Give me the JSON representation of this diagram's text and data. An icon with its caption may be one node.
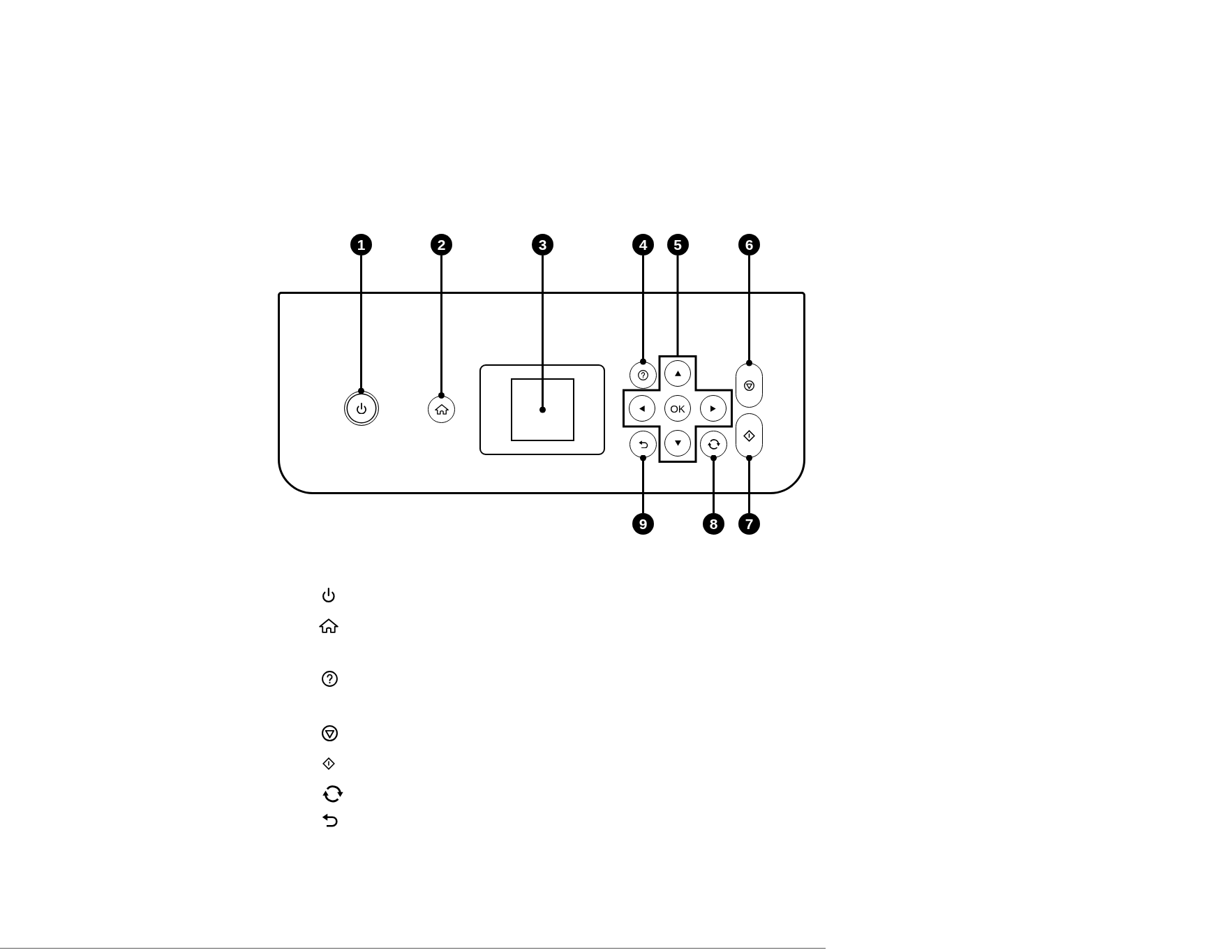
{
  "diagram": {
    "nodes": [
      {
        "text": [
          "1"
        ]
      },
      {
        "text": [
          "2"
        ]
      },
      {
        "text": [
          "3"
        ]
      },
      {
        "text": [
          "4"
        ]
      },
      {
        "text": [
          "5"
        ]
      },
      {
        "text": [
          "6"
        ]
      },
      {
        "text": [],
        "shape": "box"
      },
      {
        "text": [],
        "shape": "circle",
        "in": 6
      },
      {
        "text": [],
        "shape": "circle",
        "in": 6
      },
      {
        "text": [],
        "shape": "box",
        "in": 6
      },
      {
        "text": [],
        "shape": "box",
        "in": 9
      },
      {
        "text": [],
        "shape": "circle",
        "in": 6
      },
      {
        "text": [],
        "shape": "cross",
        "in": 6
      },
      {
        "text": [],
        "shape": "circle",
        "in": 12
      },
      {
        "text": [],
        "shape": "circle",
        "in": 12
      },
      {
        "text": [
          "OK"
        ],
        "in": 12
      },
      {
        "text": [],
        "shape": "circle",
        "in": 12
      },
      {
        "text": [],
        "shape": "circle",
        "in": 12
      },
      {
        "text": [],
        "shape": "pill",
        "in": 6
      },
      {
        "text": [],
        "shape": "pill",
        "in": 6
      },
      {
        "text": [],
        "shape": "circle",
        "in": 6
      },
      {
        "text": [],
        "shape": "circle",
        "in": 6
      },
      {
        "text": [
          "9"
        ]
      },
      {
        "text": [
          "8"
        ]
      },
      {
        "text": [
          "7"
        ]
      }
    ],
    "edges": [
      {
        "from": 0,
        "to": 7,
        "arrow": "other"
      },
      {
        "from": 1,
        "to": 8,
        "arrow": "other"
      },
      {
        "from": 2,
        "to": 10,
        "arrow": "other"
      },
      {
        "from": 3,
        "to": 11,
        "arrow": "other"
      },
      {
        "from": 4,
        "to": 12,
        "arrow": "none"
      },
      {
        "from": 5,
        "to": 18,
        "arrow": "other"
      },
      {
        "from": 24,
        "to": 19,
        "arrow": "other"
      },
      {
        "from": 23,
        "to": 21,
        "arrow": "other"
      },
      {
        "from": 22,
        "to": 20,
        "arrow": "other"
      }
    ]
  }
}
